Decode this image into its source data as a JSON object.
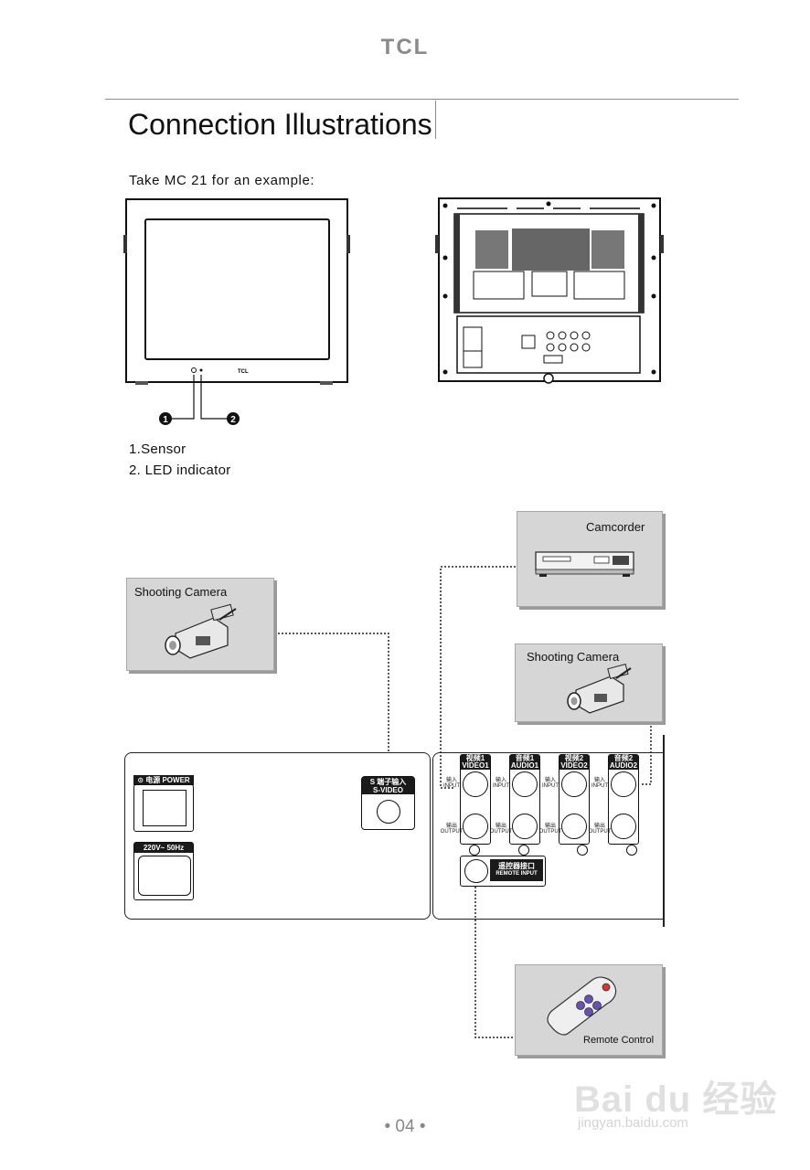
{
  "header": {
    "brand": "TCL"
  },
  "page": {
    "title": "Connection Illustrations",
    "intro": "Take MC 21 for an example:",
    "legend": [
      "1.Sensor",
      "2. LED indicator"
    ],
    "callouts": [
      "1",
      "2"
    ],
    "front_logo": "TCL",
    "page_number": "• 04 •"
  },
  "devices": {
    "camcorder": "Camcorder",
    "camera_left": "Shooting Camera",
    "camera_right": "Shooting Camera",
    "remote": "Remote Control"
  },
  "panel": {
    "power": "⊙ 电源 POWER",
    "mains": "220V~ 50Hz",
    "svideo_cn": "S 端子输入",
    "svideo": "S-VIDEO",
    "columns": [
      {
        "cn": "视频1",
        "en": "VIDEO1"
      },
      {
        "cn": "音频1",
        "en": "AUDIO1"
      },
      {
        "cn": "视频2",
        "en": "VIDEO2"
      },
      {
        "cn": "音频2",
        "en": "AUDIO2"
      }
    ],
    "input_cn": "输入",
    "input_en": "INPUT",
    "output_cn": "输出",
    "output_en": "OUTPUT",
    "remote_cn": "遥控器接口",
    "remote_en": "REMOTE INPUT"
  },
  "watermark": {
    "logo": "Bai du 经验",
    "url": "jingyan.baidu.com"
  }
}
